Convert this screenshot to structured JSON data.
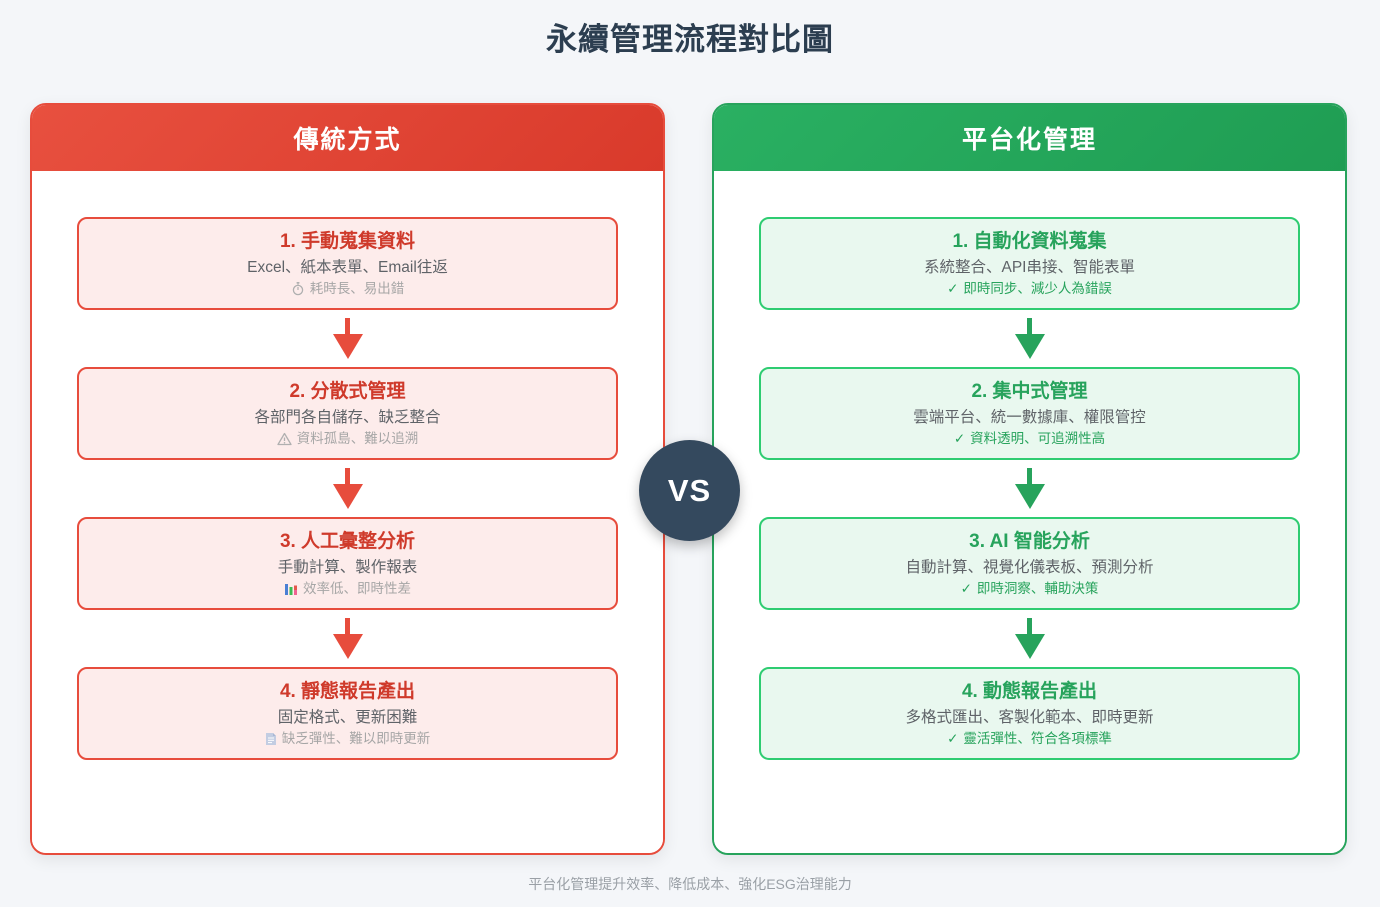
{
  "title": "永續管理流程對比圖",
  "vs_label": "VS",
  "footer": "平台化管理提升效率、降低成本、強化ESG治理能力",
  "icons": {
    "check": "✓"
  },
  "colors": {
    "traditional_accent": "#e74c3c",
    "platform_accent": "#27a35c",
    "vs_circle": "#34495e",
    "title_text": "#2c3e50",
    "page_background": "#f4f6f9"
  },
  "left_panel": {
    "header": "傳統方式",
    "steps": [
      {
        "title": "1. 手動蒐集資料",
        "desc": "Excel、紙本表單、Email往返",
        "note": "耗時長、易出錯",
        "icon": "stopwatch-icon"
      },
      {
        "title": "2. 分散式管理",
        "desc": "各部門各自儲存、缺乏整合",
        "note": "資料孤島、難以追溯",
        "icon": "warning-icon"
      },
      {
        "title": "3. 人工彙整分析",
        "desc": "手動計算、製作報表",
        "note": "效率低、即時性差",
        "icon": "bar-chart-icon"
      },
      {
        "title": "4. 靜態報告產出",
        "desc": "固定格式、更新困難",
        "note": "缺乏彈性、難以即時更新",
        "icon": "document-icon"
      }
    ]
  },
  "right_panel": {
    "header": "平台化管理",
    "steps": [
      {
        "title": "1. 自動化資料蒐集",
        "desc": "系統整合、API串接、智能表單",
        "note": "即時同步、減少人為錯誤",
        "icon": "check-icon"
      },
      {
        "title": "2. 集中式管理",
        "desc": "雲端平台、統一數據庫、權限管控",
        "note": "資料透明、可追溯性高",
        "icon": "check-icon"
      },
      {
        "title": "3. AI 智能分析",
        "desc": "自動計算、視覺化儀表板、預測分析",
        "note": "即時洞察、輔助決策",
        "icon": "check-icon"
      },
      {
        "title": "4. 動態報告產出",
        "desc": "多格式匯出、客製化範本、即時更新",
        "note": "靈活彈性、符合各項標準",
        "icon": "check-icon"
      }
    ]
  }
}
